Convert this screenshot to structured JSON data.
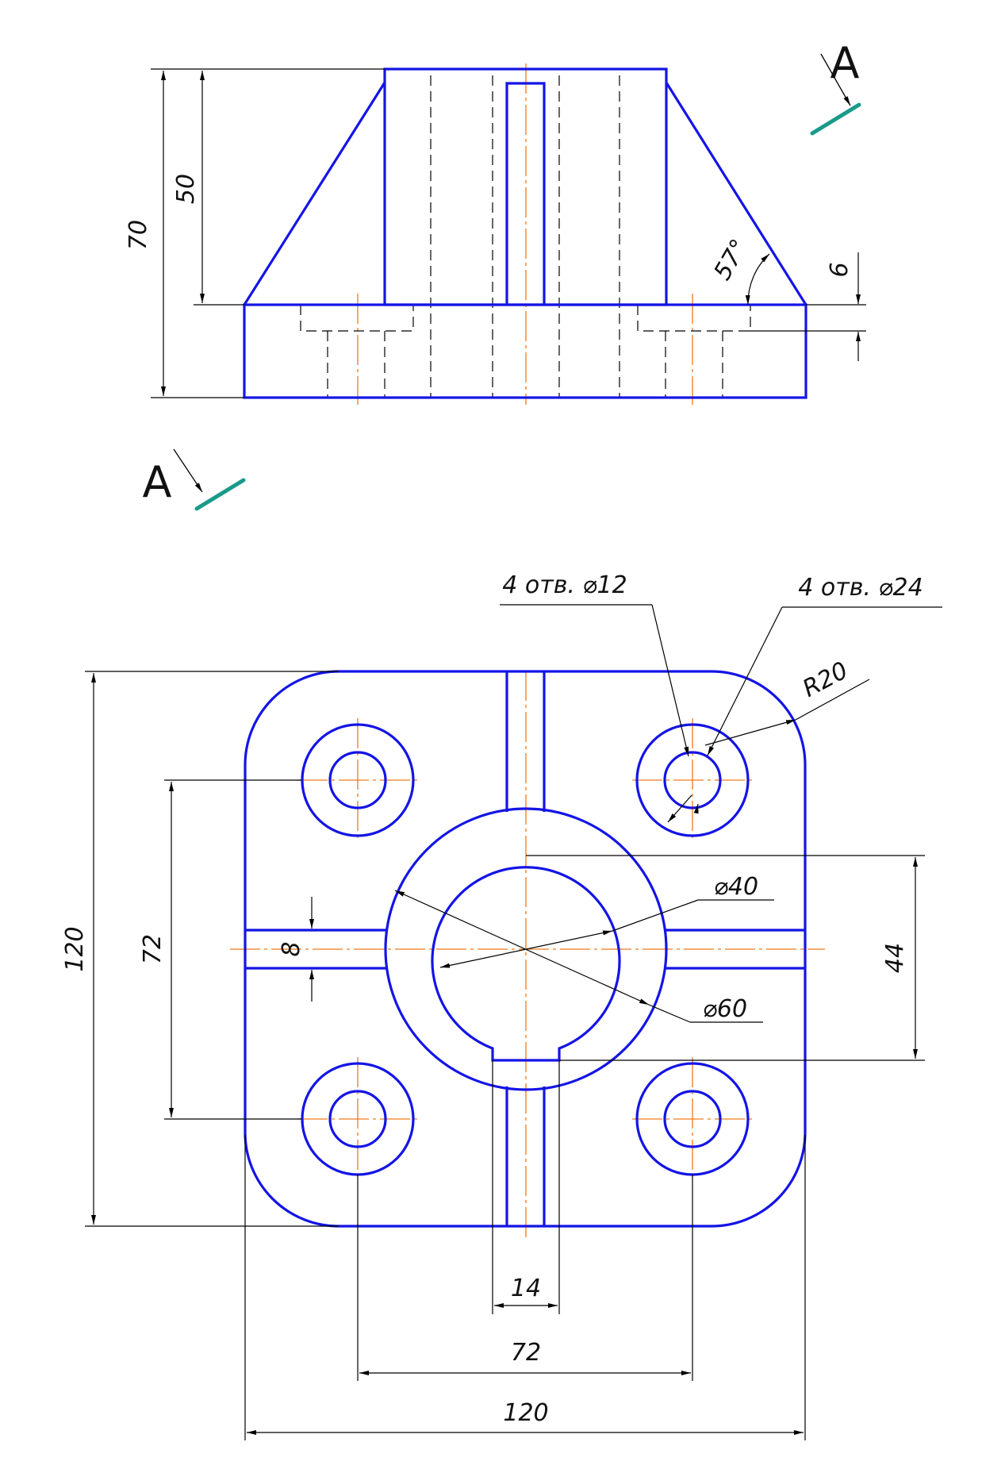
{
  "colors": {
    "outline": "#1414e6",
    "hidden": "#000000",
    "center": "#f07a1a",
    "dimension": "#000000",
    "cut_plane": "#1a9a8a"
  },
  "front_view": {
    "dims": {
      "overall_height": "70",
      "boss_height": "50",
      "base_step": "6",
      "rib_angle": "57°"
    }
  },
  "section_marks": {
    "top_label": "A",
    "bottom_label": "A"
  },
  "top_view": {
    "notes": {
      "small_holes": "4 отв. ⌀12",
      "large_holes": "4 отв. ⌀24"
    },
    "dims": {
      "corner_radius": "R20",
      "bore_diameter": "⌀40",
      "boss_diameter": "⌀60",
      "rib_width": "8",
      "hole_spacing_vertical": "72",
      "overall_height": "120",
      "keyway_depth": "44",
      "slot_width": "14",
      "hole_spacing_horizontal": "72",
      "overall_width": "120"
    }
  }
}
